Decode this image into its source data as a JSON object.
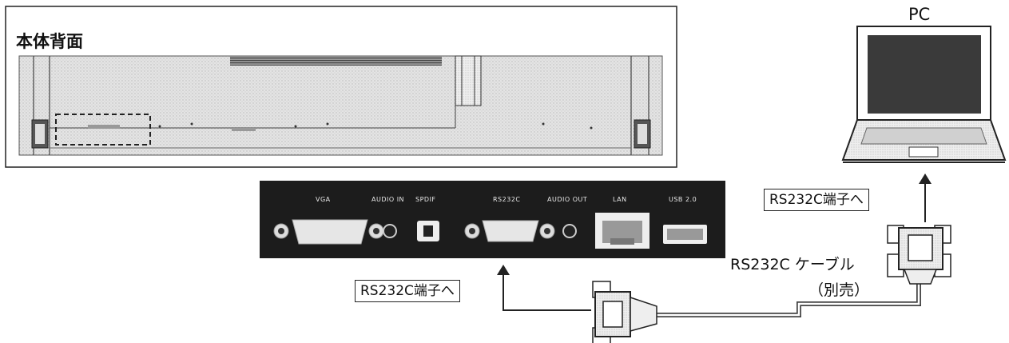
{
  "rear_panel": {
    "title": "本体背面"
  },
  "pc": {
    "label": "PC"
  },
  "port_labels": [
    "VGA",
    "AUDIO IN",
    "SPDIF",
    "RS232C",
    "AUDIO OUT",
    "LAN",
    "USB 2.0"
  ],
  "callouts": {
    "pc_port": "RS232C端子へ",
    "display_port": "RS232C端子へ"
  },
  "cable": {
    "name": "RS232C ケーブル",
    "note": "（別売）"
  },
  "colors": {
    "panel_dark": "#1c1c1c",
    "outline": "#222222",
    "gray_fill": "#d9d9d9"
  }
}
